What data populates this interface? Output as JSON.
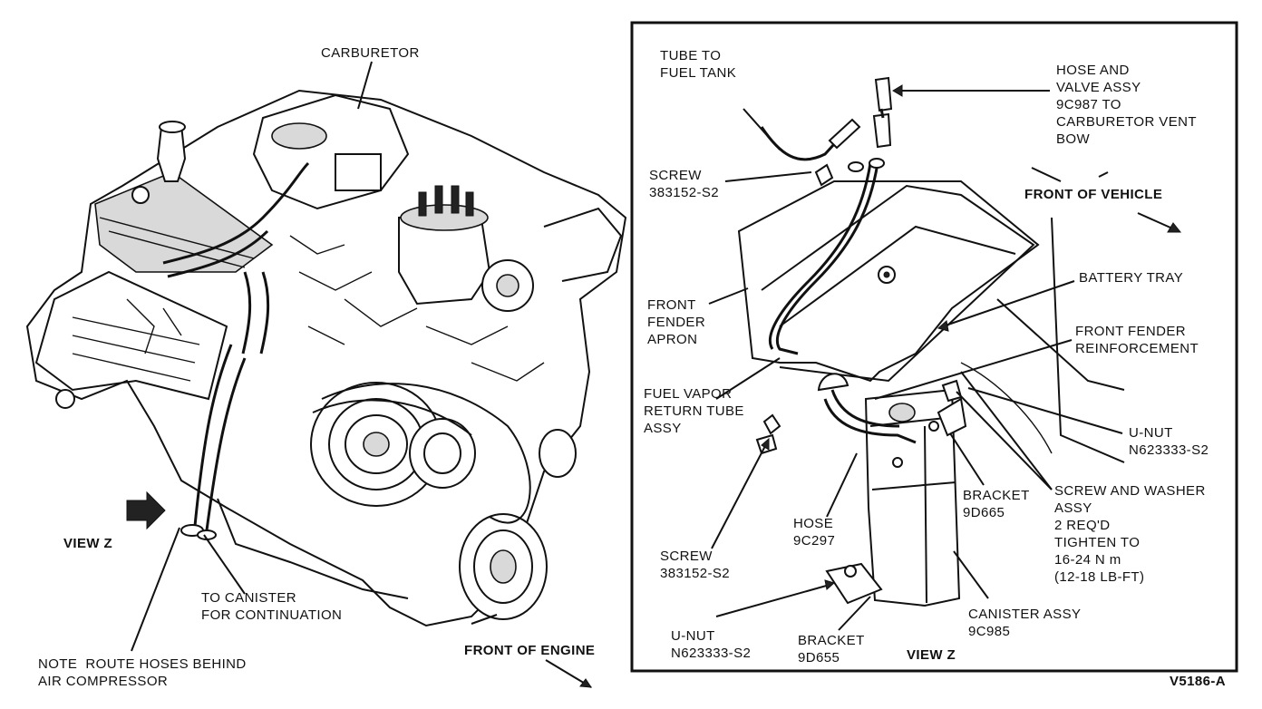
{
  "engine_view": {
    "carburetor": "CARBURETOR",
    "view_z": "VIEW Z",
    "to_canister": "TO CANISTER\nFOR CONTINUATION",
    "note": "NOTE  ROUTE HOSES BEHIND\nAIR COMPRESSOR",
    "front_of_engine": "FRONT OF ENGINE"
  },
  "view_z_panel": {
    "tube_to_fuel_tank": "TUBE TO\nFUEL TANK",
    "hose_valve_assy": "HOSE AND\nVALVE ASSY\n9C987 TO\nCARBURETOR VENT\nBOW",
    "screw_top": "SCREW\n383152-S2",
    "front_of_vehicle": "FRONT OF VEHICLE",
    "front_fender_apron": "FRONT\nFENDER\nAPRON",
    "battery_tray": "BATTERY TRAY",
    "front_fender_reinforcement": "FRONT FENDER\nREINFORCEMENT",
    "fuel_vapor_return": "FUEL VAPOR\nRETURN TUBE\nASSY",
    "u_nut_right": "U-NUT\nN623333-S2",
    "screw_washer": "SCREW AND WASHER\nASSY\n2 REQ'D\nTIGHTEN TO\n16-24 N m\n(12-18 LB-FT)",
    "bracket_right": "BRACKET\n9D665",
    "hose": "HOSE\n9C297",
    "screw_bottom": "SCREW\n383152-S2",
    "canister_assy": "CANISTER ASSY\n9C985",
    "u_nut_left": "U-NUT\nN623333-S2",
    "bracket_bottom": "BRACKET\n9D655",
    "view_z": "VIEW Z"
  },
  "figure_id": "V5186-A"
}
